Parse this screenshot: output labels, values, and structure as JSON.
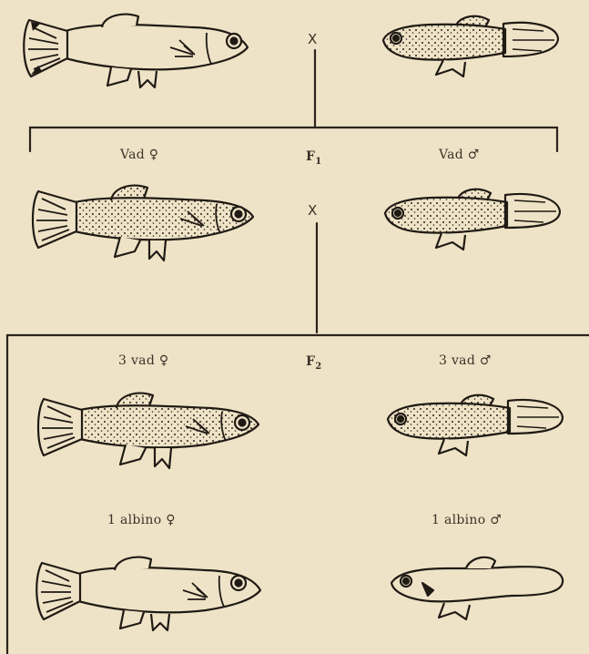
{
  "cross_symbol": "X",
  "parents": {
    "female": {
      "phenotype": "albino"
    },
    "male": {
      "phenotype": "wild (dotted)"
    }
  },
  "f1": {
    "generation": "F",
    "generation_sub": "1",
    "female_label": "Vad ♀",
    "male_label": "Vad ♂"
  },
  "f2": {
    "generation": "F",
    "generation_sub": "2",
    "female_wild_label": "3 vad ♀",
    "male_wild_label": "3 vad ♂",
    "female_albino_label": "1 albino ♀",
    "male_albino_label": "1 albino ♂"
  }
}
